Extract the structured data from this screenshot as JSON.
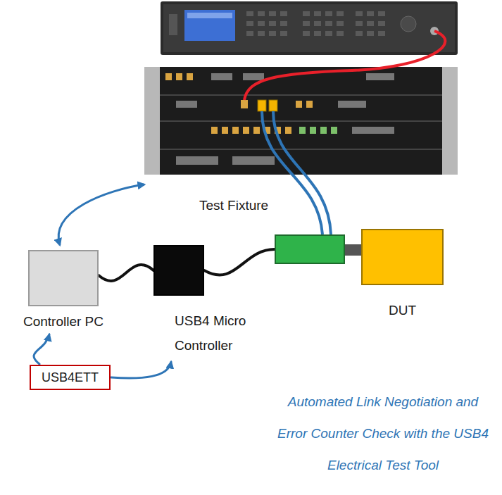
{
  "diagram": {
    "caption": "Automated Link Negotiation and Error Counter Check with the USB4 Electrical Test Tool",
    "nodes": [
      {
        "text": [
          "Test Fixture"
        ]
      },
      {
        "text": [
          "DUT"
        ]
      },
      {
        "text": [
          "Controller PC"
        ]
      },
      {
        "text": [
          "USB4 Micro Controller"
        ]
      },
      {
        "text": [
          "USB4ETT"
        ]
      }
    ],
    "edges": [
      {
        "from": 4,
        "to": 2,
        "arrow": "to"
      },
      {
        "from": 4,
        "to": 3,
        "arrow": "to"
      },
      {
        "from": 2,
        "to": 3,
        "arrow": "none"
      },
      {
        "from": 3,
        "to": 0,
        "arrow": "none"
      }
    ]
  }
}
